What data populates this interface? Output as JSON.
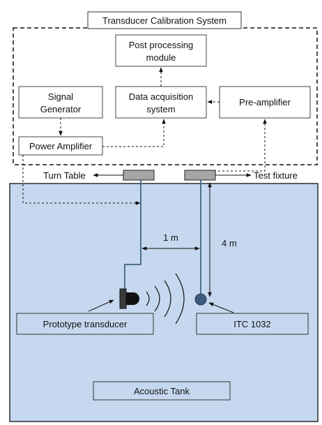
{
  "system": {
    "title": "Transducer Calibration System",
    "blocks": {
      "post_processing_line1": "Post processing",
      "post_processing_line2": "module",
      "signal_generator_line1": "Signal",
      "signal_generator_line2": "Generator",
      "data_acquisition_line1": "Data acquisition",
      "data_acquisition_line2": "system",
      "pre_amplifier": "Pre-amplifier",
      "power_amplifier": "Power Amplifier"
    }
  },
  "mounts": {
    "turn_table": "Turn Table",
    "test_fixture": "Test fixture"
  },
  "tank": {
    "label": "Acoustic Tank",
    "separation": "1 m",
    "depth": "4 m",
    "prototype_label": "Prototype transducer",
    "reference_label": "ITC 1032"
  },
  "colors": {
    "tank_fill": "#c6d8ef",
    "cable": "#4f6f8f",
    "mount_fill": "#a6a6a6",
    "transducer_fill": "#222222",
    "hydrophone_fill": "#3d5a80"
  }
}
